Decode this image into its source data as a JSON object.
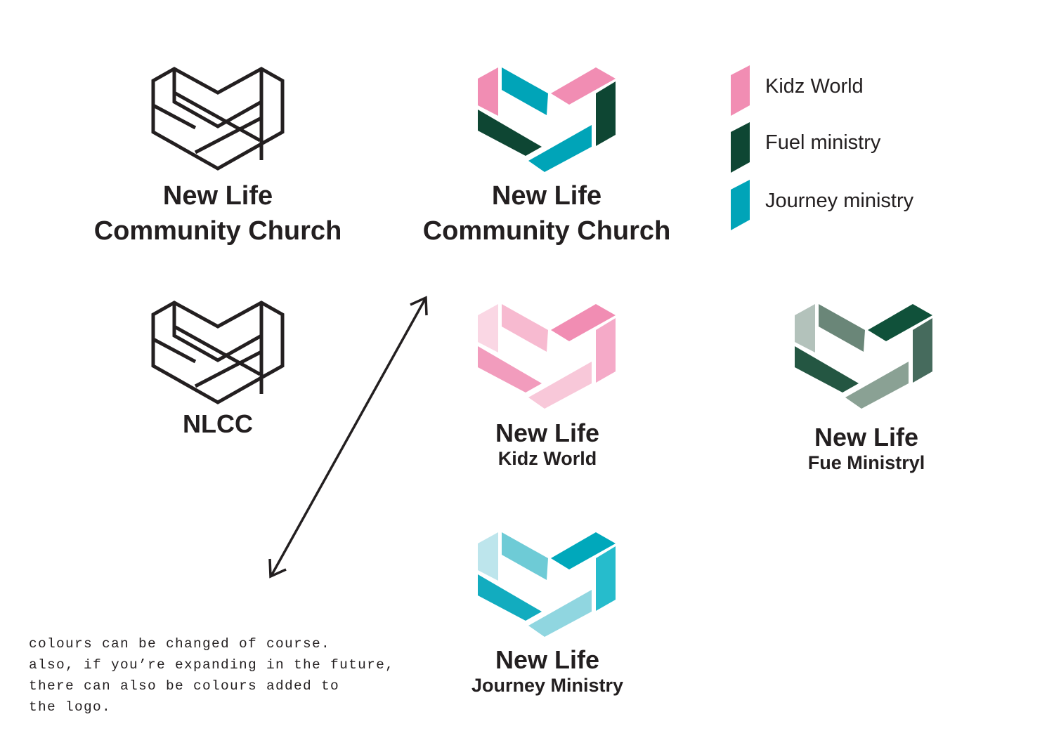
{
  "primary_logo": {
    "line1": "New Life",
    "line2": "Community Church"
  },
  "color_logo": {
    "line1": "New Life",
    "line2": "Community Church",
    "colors": {
      "pink": "#f18db3",
      "dark_green": "#0e4633",
      "teal": "#00a4b8"
    }
  },
  "abbrev_logo": {
    "text": "NLCC"
  },
  "legend": [
    {
      "label": "Kidz World",
      "color": "#f18db3"
    },
    {
      "label": "Fuel ministry",
      "color": "#0e4633"
    },
    {
      "label": "Journey ministry",
      "color": "#00a4b8"
    }
  ],
  "kidz_logo": {
    "line1": "New Life",
    "line2": "Kidz World",
    "colors": [
      "#fad7e4",
      "#f7bad0",
      "#f18db3",
      "#f5aac8",
      "#f29cbd",
      "#f8c8d9"
    ]
  },
  "fuel_logo": {
    "line1": "New Life",
    "line2": "Fue Ministryl",
    "colors": [
      "#b3c2bb",
      "#6a8678",
      "#10513a",
      "#466b5d",
      "#245642",
      "#8aa194"
    ]
  },
  "journey_logo": {
    "line1": "New Life",
    "line2": "Journey Ministry",
    "colors": [
      "#bde5ec",
      "#6ecbd6",
      "#00a8bb",
      "#26bccc",
      "#12acbf",
      "#90d6e0"
    ]
  },
  "note": {
    "lines": [
      "colours can be changed of course.",
      "also, if you’re expanding in the future,",
      "there can also be colours added to",
      "the logo."
    ]
  },
  "arrow": {
    "icon": "double-headed-arrow-icon"
  }
}
